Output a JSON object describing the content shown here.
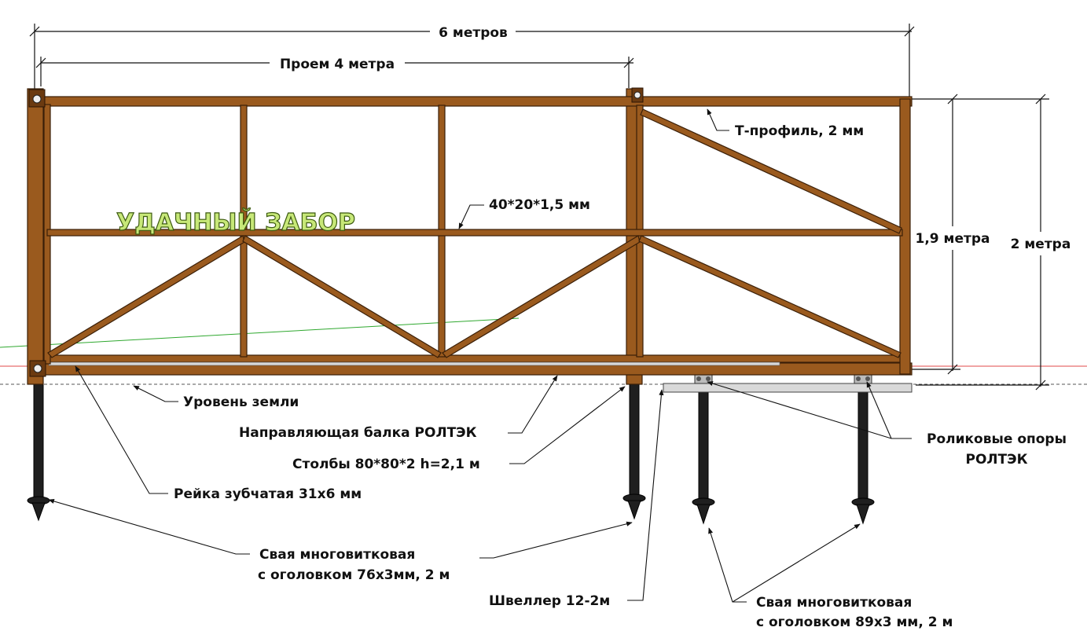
{
  "brand": {
    "text": "УДАЧНЫЙ ЗАБОР",
    "fill_color": "#c7e878",
    "outline_color": "#3c5a10"
  },
  "colors": {
    "frame": "#9a5a1e",
    "frame_outline": "#3a1f08",
    "pile": "#1f1f1f",
    "channel": "#d9d9d9",
    "horizon_red": "#e04a4a",
    "horizon_green": "#2fa82f"
  },
  "dimensions": {
    "total_width": "6 метров",
    "opening_width": "Проем 4 метра",
    "inner_height": "1,9 метра",
    "total_height": "2 метра"
  },
  "labels": {
    "t_profile": "Т-профиль, 2 мм",
    "tube": "40*20*1,5 мм",
    "ground_level": "Уровень земли",
    "guide_beam": "Направляющая балка РОЛТЭК",
    "posts": "Столбы 80*80*2 h=2,1 м",
    "gear_rack": "Рейка зубчатая 31х6 мм",
    "pile_small_line1": "Свая многовитковая",
    "pile_small_line2": "с оголовком 76х3мм, 2 м",
    "channel": "Швеллер 12-2м",
    "rollers_line1": "Роликовые опоры",
    "rollers_line2": "РОЛТЭК",
    "pile_large_line1": "Свая многовитковая",
    "pile_large_line2": "с оголовком 89х3 мм, 2 м"
  }
}
